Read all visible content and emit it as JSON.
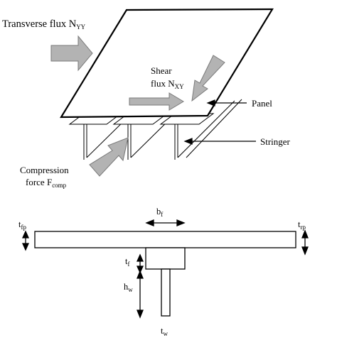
{
  "top_figure": {
    "transverse_flux": {
      "text": "Transverse flux N",
      "sub": "YY"
    },
    "shear_line1": "Shear",
    "shear_line2": {
      "text": "flux N",
      "sub": "XY"
    },
    "panel": "Panel",
    "stringer": "Stringer",
    "compression_line1": "Compression",
    "compression_line2": {
      "text": "force F",
      "sub": "comp"
    }
  },
  "cross_section": {
    "bf": {
      "text": "b",
      "sub": "f"
    },
    "tp_left": {
      "text": "t",
      "sub": "fp"
    },
    "tp_right": {
      "text": "t",
      "sub": "rp"
    },
    "tf": {
      "text": "t",
      "sub": "f"
    },
    "hw": {
      "text": "h",
      "sub": "w"
    },
    "tw": {
      "text": "t",
      "sub": "w"
    }
  },
  "colors": {
    "arrow_fill": "#b3b3b3",
    "arrow_stroke": "#7a7a7a",
    "line": "#000000"
  }
}
